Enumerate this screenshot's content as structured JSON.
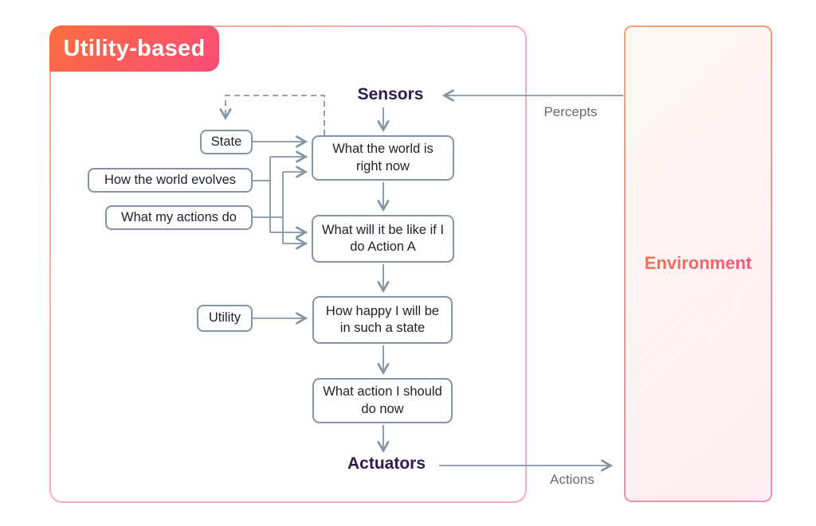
{
  "title_badge": "Utility-based",
  "environment": {
    "title": "Environment"
  },
  "agent": {
    "sensors_label": "Sensors",
    "actuators_label": "Actuators"
  },
  "nodes": {
    "state": "State",
    "how_world_evolves": "How the world evolves",
    "what_actions_do": "What my actions do",
    "world_right_now": "What the world is right now",
    "what_will_it_be": "What will it be like if I do Action A",
    "utility": "Utility",
    "how_happy": "How happy I will be in such a state",
    "what_action_now": "What action I should do now"
  },
  "edge_labels": {
    "percepts": "Percepts",
    "actions": "Actions"
  },
  "connections": [
    {
      "from": "Environment",
      "to": "Sensors",
      "label": "Percepts",
      "style": "solid"
    },
    {
      "from": "Sensors",
      "to": "What the world is right now",
      "style": "solid"
    },
    {
      "from": "What the world is right now",
      "to": "State",
      "style": "dashed"
    },
    {
      "from": "State",
      "to": "What the world is right now",
      "style": "solid"
    },
    {
      "from": "How the world evolves",
      "to": "What the world is right now",
      "style": "solid"
    },
    {
      "from": "How the world evolves",
      "to": "What will it be like if I do Action A",
      "style": "solid"
    },
    {
      "from": "What my actions do",
      "to": "What the world is right now",
      "style": "solid"
    },
    {
      "from": "What my actions do",
      "to": "What will it be like if I do Action A",
      "style": "solid"
    },
    {
      "from": "What the world is right now",
      "to": "What will it be like if I do Action A",
      "style": "solid"
    },
    {
      "from": "What will it be like if I do Action A",
      "to": "How happy I will be in such a state",
      "style": "solid"
    },
    {
      "from": "Utility",
      "to": "How happy I will be in such a state",
      "style": "solid"
    },
    {
      "from": "How happy I will be in such a state",
      "to": "What action I should do now",
      "style": "solid"
    },
    {
      "from": "What action I should do now",
      "to": "Actuators",
      "style": "solid"
    },
    {
      "from": "Actuators",
      "to": "Environment",
      "label": "Actions",
      "style": "solid"
    }
  ],
  "colors": {
    "accent_orange": "#fa6d3e",
    "accent_pink": "#f94d77",
    "container_border_start": "#ffa87e",
    "container_border_end": "#ffa9bd",
    "wire_slate": "#8494a7",
    "node_text": "#20232e",
    "io_label_purple": "#2e1a4f",
    "edge_label_gray": "#6c6775",
    "environment_fill": "#fdf2f3"
  }
}
